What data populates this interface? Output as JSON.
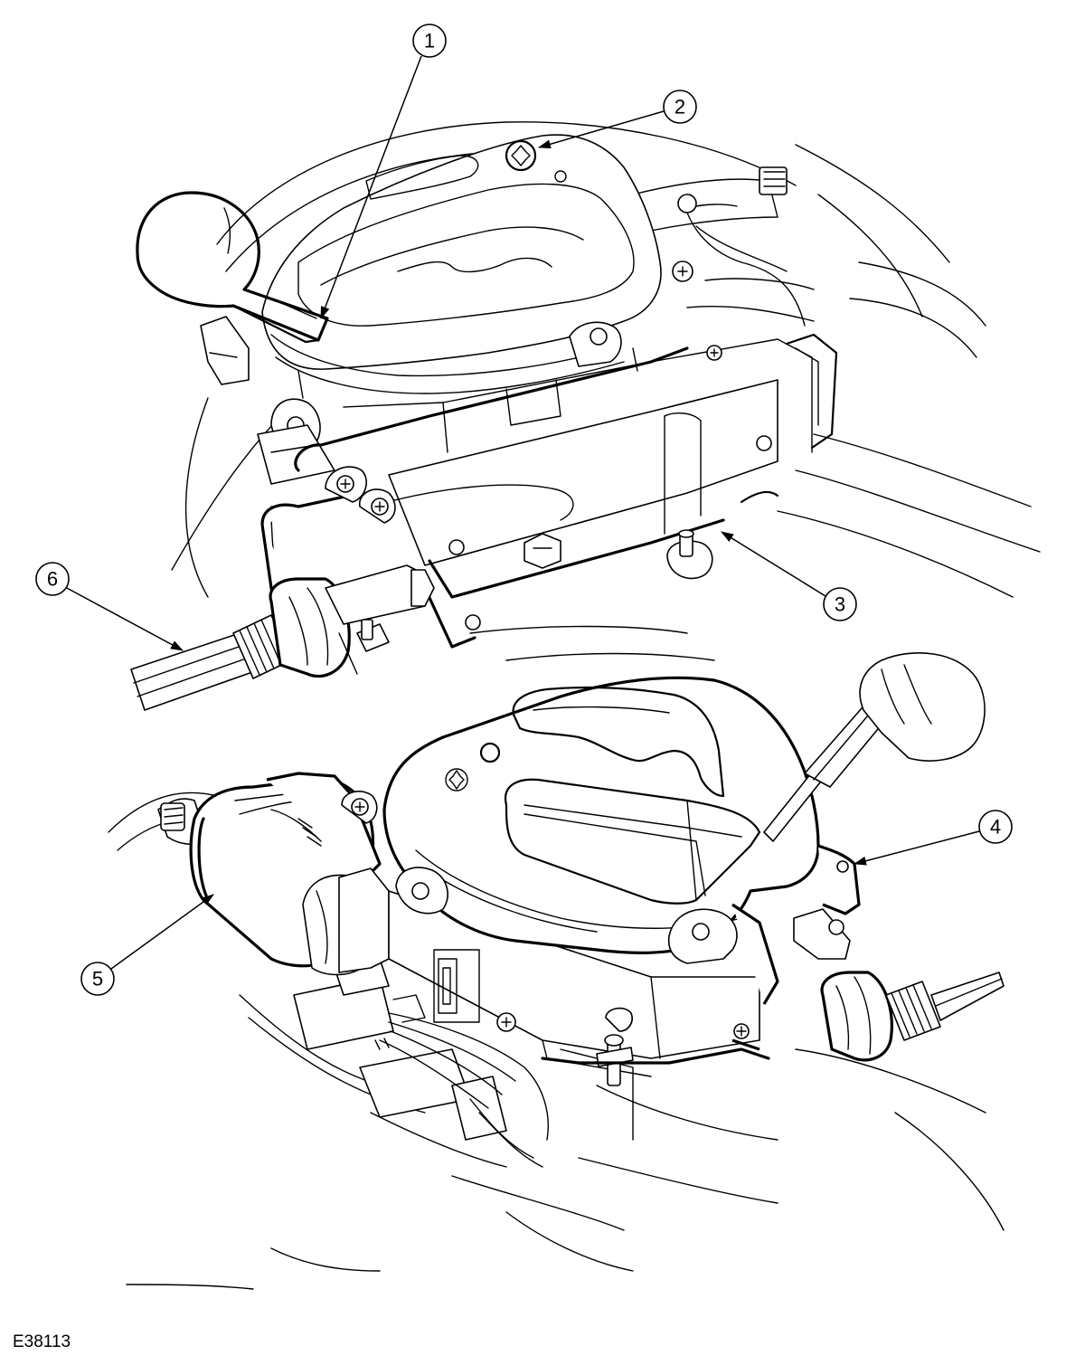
{
  "figure": {
    "id": "E38113"
  },
  "callouts": [
    {
      "number": "1"
    },
    {
      "number": "2"
    },
    {
      "number": "3"
    },
    {
      "number": "4"
    },
    {
      "number": "5"
    },
    {
      "number": "6"
    }
  ],
  "colors": {
    "line": "#000000",
    "background": "#ffffff"
  }
}
